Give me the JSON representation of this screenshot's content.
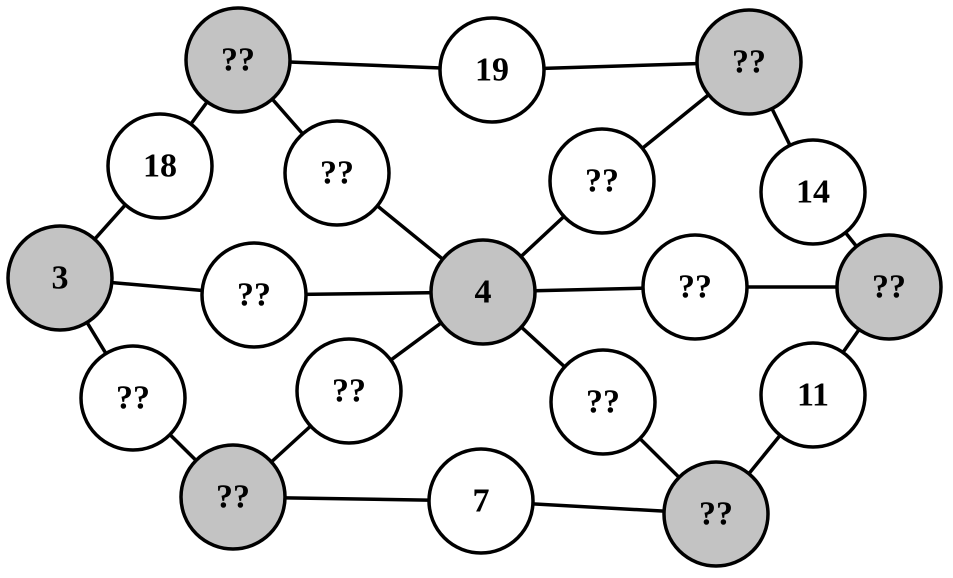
{
  "colors": {
    "gray_fill": "#c3c3c3",
    "white_fill": "#ffffff",
    "stroke": "#000000"
  },
  "nodes": [
    {
      "id": "g-top-left",
      "label": "??",
      "kind": "gray"
    },
    {
      "id": "g-top-right",
      "label": "??",
      "kind": "gray"
    },
    {
      "id": "g-left",
      "label": "3",
      "kind": "gray"
    },
    {
      "id": "g-center",
      "label": "4",
      "kind": "gray"
    },
    {
      "id": "g-right",
      "label": "??",
      "kind": "gray"
    },
    {
      "id": "g-bottom-left",
      "label": "??",
      "kind": "gray"
    },
    {
      "id": "g-bottom-right",
      "label": "??",
      "kind": "gray"
    },
    {
      "id": "w-top",
      "label": "19",
      "kind": "white"
    },
    {
      "id": "w-left-upper",
      "label": "18",
      "kind": "white"
    },
    {
      "id": "w-inner-upper-left",
      "label": "??",
      "kind": "white"
    },
    {
      "id": "w-inner-upper-right",
      "label": "??",
      "kind": "white"
    },
    {
      "id": "w-right-upper",
      "label": "14",
      "kind": "white"
    },
    {
      "id": "w-mid-left",
      "label": "??",
      "kind": "white"
    },
    {
      "id": "w-mid-right",
      "label": "??",
      "kind": "white"
    },
    {
      "id": "w-left-lower",
      "label": "??",
      "kind": "white"
    },
    {
      "id": "w-inner-lower-left",
      "label": "??",
      "kind": "white"
    },
    {
      "id": "w-inner-lower-right",
      "label": "??",
      "kind": "white"
    },
    {
      "id": "w-right-lower",
      "label": "11",
      "kind": "white"
    },
    {
      "id": "w-bottom",
      "label": "7",
      "kind": "white"
    }
  ],
  "edges": [
    [
      "g-top-left",
      "w-top"
    ],
    [
      "w-top",
      "g-top-right"
    ],
    [
      "g-top-left",
      "w-left-upper"
    ],
    [
      "w-left-upper",
      "g-left"
    ],
    [
      "g-top-left",
      "w-inner-upper-left"
    ],
    [
      "w-inner-upper-left",
      "g-center"
    ],
    [
      "g-top-right",
      "w-inner-upper-right"
    ],
    [
      "w-inner-upper-right",
      "g-center"
    ],
    [
      "g-top-right",
      "w-right-upper"
    ],
    [
      "w-right-upper",
      "g-right"
    ],
    [
      "g-left",
      "w-mid-left"
    ],
    [
      "w-mid-left",
      "g-center"
    ],
    [
      "g-center",
      "w-mid-right"
    ],
    [
      "w-mid-right",
      "g-right"
    ],
    [
      "g-left",
      "w-left-lower"
    ],
    [
      "w-left-lower",
      "g-bottom-left"
    ],
    [
      "g-bottom-left",
      "w-inner-lower-left"
    ],
    [
      "w-inner-lower-left",
      "g-center"
    ],
    [
      "g-center",
      "w-inner-lower-right"
    ],
    [
      "w-inner-lower-right",
      "g-bottom-right"
    ],
    [
      "g-right",
      "w-right-lower"
    ],
    [
      "w-right-lower",
      "g-bottom-right"
    ],
    [
      "g-bottom-left",
      "w-bottom"
    ],
    [
      "w-bottom",
      "g-bottom-right"
    ]
  ]
}
